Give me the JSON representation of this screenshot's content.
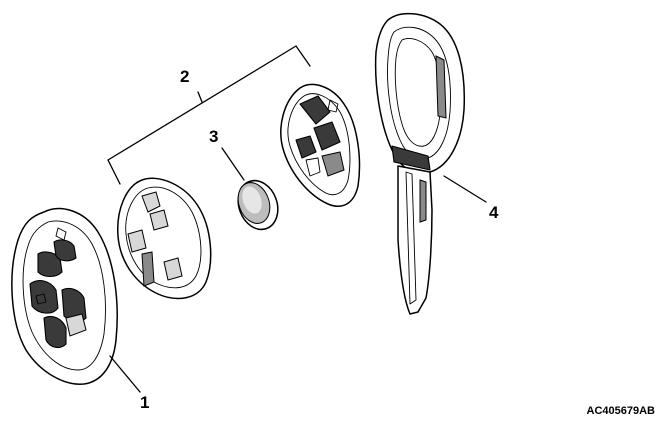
{
  "callouts": {
    "c1": "1",
    "c2": "2",
    "c3": "3",
    "c4": "4"
  },
  "figure_id": "AC405679AB"
}
